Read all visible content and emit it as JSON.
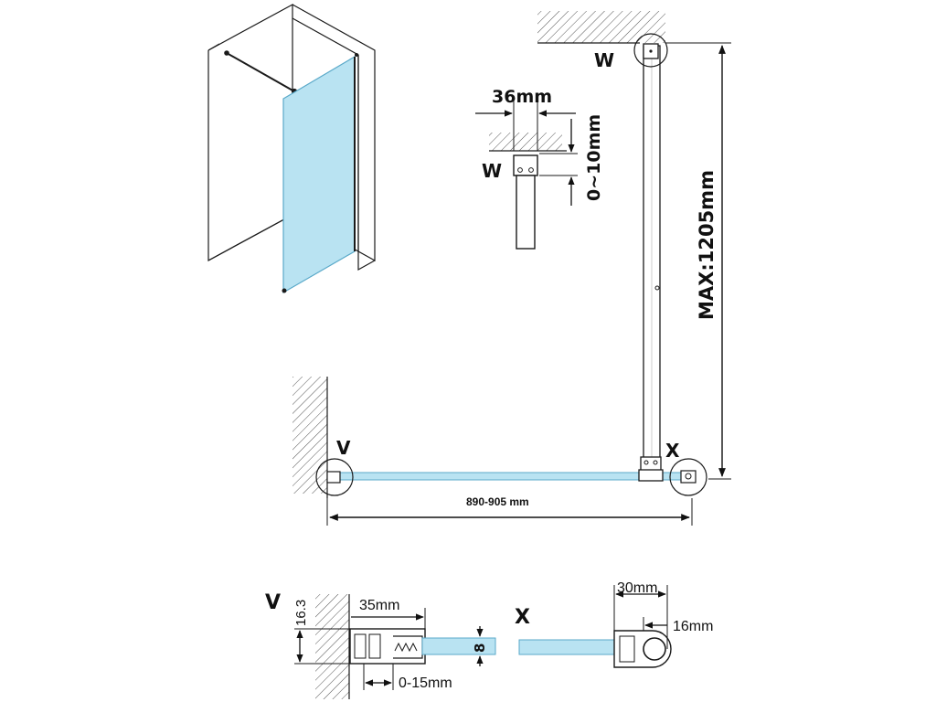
{
  "labels": {
    "w_main": "W",
    "w_detail": "W",
    "v_main": "V",
    "x_main": "X",
    "v_section": "V",
    "x_section": "X"
  },
  "dimensions": {
    "width_36": "36mm",
    "gap_0_10": "0~10mm",
    "max_height": "MAX:1205mm",
    "span": "890-905 mm",
    "profile_35": "35mm",
    "adjust_0_15": "0-15mm",
    "profile_16_3": "16.3",
    "glass_8": "8",
    "clamp_30": "30mm",
    "clamp_16": "16mm"
  },
  "colors": {
    "glass": "#b9e3f2",
    "glass_edge": "#5aa9c9",
    "line": "#1a1a1a",
    "hatch": "#555555"
  }
}
